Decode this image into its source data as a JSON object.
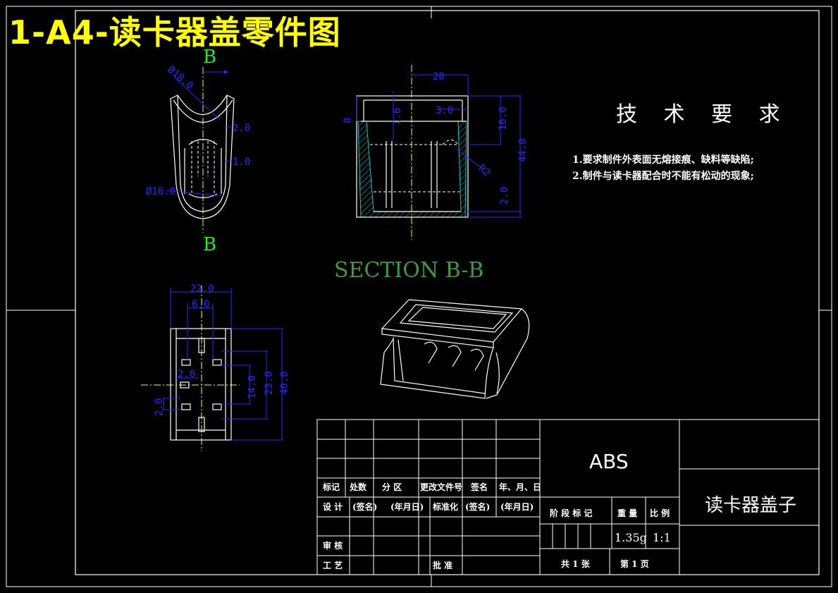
{
  "drawing_title": "1-A4-读卡器盖零件图",
  "tech_requirements": {
    "title": "技 术 要 求",
    "items": [
      "1.要求制件外表面无熔接痕、缺料等缺陷;",
      "2.制件与读卡器配合时不能有松动的现象;"
    ]
  },
  "section_label": "SECTION B-B",
  "section_markers": [
    "B",
    "B"
  ],
  "dimensions": {
    "top_view": {
      "d_top": "Ø18.0",
      "t1": "2.0",
      "t2": "1.0",
      "d_bottom": "Ø16.0"
    },
    "section_view": {
      "w": "20",
      "a": "3.0",
      "b": "1.6",
      "c": "0",
      "h1": "16.0",
      "h2": "44.0",
      "r": "R2",
      "h3": "2.0"
    },
    "front_view": {
      "w1": "22.0",
      "w2": "6.0",
      "s1": "2.0",
      "s2": "2.0",
      "h1": "14.0",
      "h2": "23.0",
      "h3": "40.0"
    }
  },
  "title_block": {
    "material": "ABS",
    "part_name": "读卡器盖子",
    "headers": [
      "标记",
      "处数",
      "分 区",
      "更改文件号",
      "签名",
      "年、月、日"
    ],
    "design": "设 计",
    "sign1": "(签名)",
    "date1": "(年月日)",
    "standard": "标准化",
    "sign2": "(签名)",
    "date2": "(年月日)",
    "review": "审 核",
    "process": "工 艺",
    "approve": "批 准",
    "stage_mark": "阶 段 标 记",
    "weight_label": "重 量",
    "scale_label": "比 例",
    "weight": "1.35g",
    "scale": "1:1",
    "sheets_total": "共 1 张",
    "sheet_no": "第 1 页"
  },
  "colors": {
    "outline": "#ffffff",
    "dimension": "#2a2aff",
    "centerline": "#ffff00",
    "hatch": "#00cccc",
    "section_text": "#3f9a3f",
    "marker": "#22ee22",
    "title": "#ffff00"
  }
}
